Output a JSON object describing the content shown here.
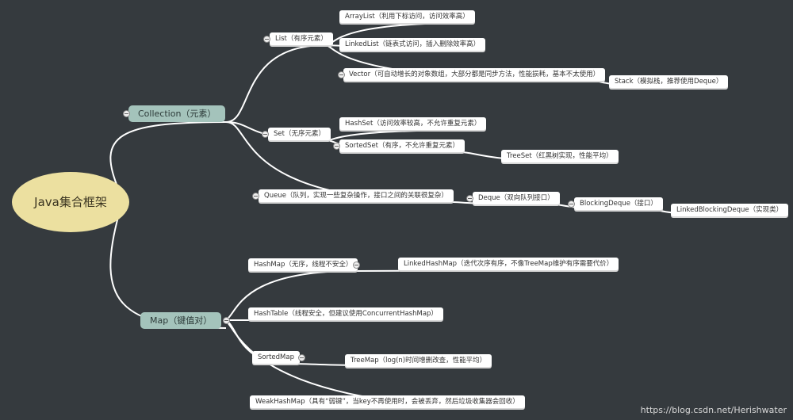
{
  "root": "Java集合框架",
  "collection": {
    "label": "Collection（元素）",
    "list": {
      "label": "List（有序元素）",
      "arraylist": "ArrayList（利用下标访问，访问效率高）",
      "linkedlist": "LinkedList（链表式访问，插入删除效率高）",
      "vector": "Vector（可自动增长的对象数组，大部分都是同步方法，性能损耗，基本不太使用）",
      "stack": "Stack（模拟栈，推荐使用Deque）"
    },
    "set": {
      "label": "Set（无序元素）",
      "hashset": "HashSet（访问效率较高，不允许重复元素）",
      "sortedset": "SortedSet（有序，不允许重复元素）",
      "treeset": "TreeSet（红黑树实现，性能平均）"
    },
    "queue": {
      "label": "Queue（队列，实现一些复杂操作，接口之间的关联很复杂）",
      "deque": "Deque（双向队列接口）",
      "blockingdeque": "BlockingDeque（接口）",
      "linkedblockingdeque": "LinkedBlockingDeque（实现类）"
    }
  },
  "map": {
    "label": "Map（键值对）",
    "hashmap": "HashMap（无序，线程不安全）",
    "linkedhashmap": "LinkedHashMap（迭代次序有序，不像TreeMap维护有序需要代价）",
    "hashtable": "HashTable（线程安全，但建议使用ConcurrentHashMap）",
    "sortedmap": "SortedMap",
    "treemap": "TreeMap（log(n)时间增删改查，性能平均）",
    "weakhashmap": "WeakHashMap（具有“弱键”，当key不再使用时，会被丢弃，然后垃圾收集器会回收）"
  },
  "watermark": "https://blog.csdn.net/Herishwater",
  "colors": {
    "background": "#353a3e",
    "root": "#ece0a0",
    "main": "#a4c3bb",
    "line": "#ffffff"
  }
}
